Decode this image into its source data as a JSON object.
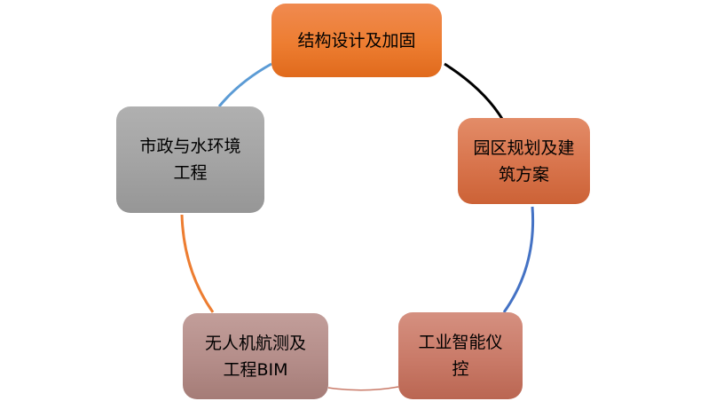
{
  "diagram": {
    "type": "cycle",
    "nodes": [
      {
        "id": "structural-design",
        "lines": [
          "结构设计及加固"
        ],
        "color": "#ed7d31"
      },
      {
        "id": "park-planning",
        "lines": [
          "园区规划及建",
          "筑方案"
        ],
        "color": "#d8744c"
      },
      {
        "id": "industrial-instrumentation",
        "lines": [
          "工业智能仪",
          "控"
        ],
        "color": "#c97a68"
      },
      {
        "id": "drone-survey-bim",
        "lines": [
          "无人机航测及",
          "工程BIM"
        ],
        "color": "#b48d89"
      },
      {
        "id": "municipal-water",
        "lines": [
          "市政与水环境",
          "工程"
        ],
        "color": "#a3a3a3"
      }
    ],
    "connectors": [
      {
        "from": "structural-design",
        "to": "park-planning",
        "color": "#000000"
      },
      {
        "from": "park-planning",
        "to": "industrial-instrumentation",
        "color": "#4472c4"
      },
      {
        "from": "industrial-instrumentation",
        "to": "drone-survey-bim",
        "color": "#c97a68"
      },
      {
        "from": "drone-survey-bim",
        "to": "municipal-water",
        "color": "#ed7d31"
      },
      {
        "from": "municipal-water",
        "to": "structural-design",
        "color": "#5b9bd5"
      }
    ]
  }
}
